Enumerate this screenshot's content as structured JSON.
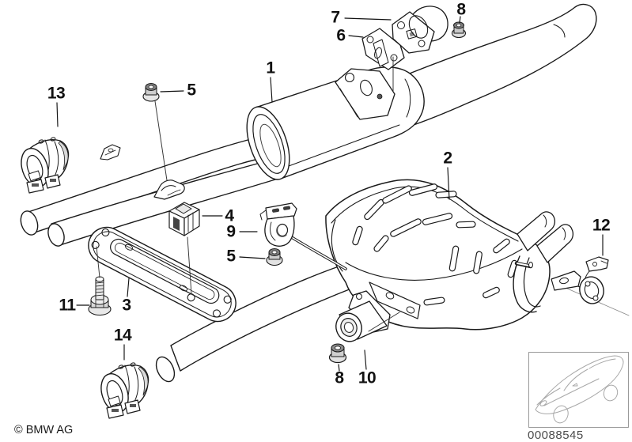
{
  "page": {
    "background": "#ffffff",
    "ink": "#1a1a1a"
  },
  "diagram_title": "exhaust-system-rear-silencer-diagram",
  "callouts": [
    {
      "id": "1",
      "label": "1"
    },
    {
      "id": "2",
      "label": "2"
    },
    {
      "id": "3",
      "label": "3"
    },
    {
      "id": "4",
      "label": "4"
    },
    {
      "id": "5a",
      "label": "5"
    },
    {
      "id": "5b",
      "label": "5"
    },
    {
      "id": "6",
      "label": "6"
    },
    {
      "id": "7",
      "label": "7"
    },
    {
      "id": "8a",
      "label": "8"
    },
    {
      "id": "8b",
      "label": "8"
    },
    {
      "id": "9",
      "label": "9"
    },
    {
      "id": "10",
      "label": "10"
    },
    {
      "id": "11",
      "label": "11"
    },
    {
      "id": "12",
      "label": "12"
    },
    {
      "id": "13",
      "label": "13"
    },
    {
      "id": "14",
      "label": "14"
    }
  ],
  "footer": {
    "copyright": "© BMW AG",
    "image_number": "00088545"
  },
  "icons": {
    "car_thumbnail": "bmw-coupe-outline"
  }
}
